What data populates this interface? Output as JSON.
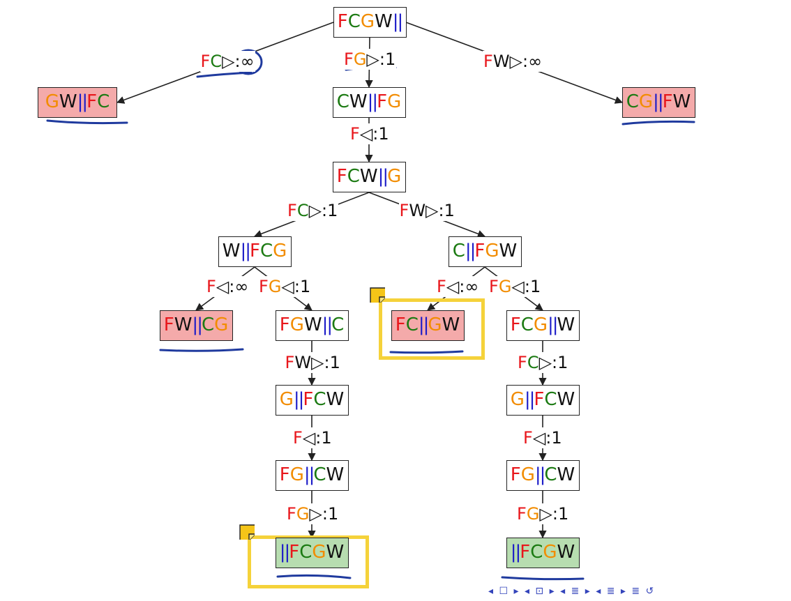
{
  "nodes": [
    {
      "id": "root",
      "text": "FCGW||",
      "status": "normal"
    },
    {
      "id": "n_gw_fc",
      "text": "GW||FC",
      "status": "bad"
    },
    {
      "id": "n_cw_fg",
      "text": "CW||FG",
      "status": "normal"
    },
    {
      "id": "n_cg_fw",
      "text": "CG||FW",
      "status": "bad"
    },
    {
      "id": "n_fcw_g",
      "text": "FCW||G",
      "status": "normal"
    },
    {
      "id": "n_w_fcg",
      "text": "W||FCG",
      "status": "normal"
    },
    {
      "id": "n_c_fgw",
      "text": "C||FGW",
      "status": "normal"
    },
    {
      "id": "n_fw_cg",
      "text": "FW||CG",
      "status": "bad"
    },
    {
      "id": "n_fgw_c",
      "text": "FGW||C",
      "status": "normal"
    },
    {
      "id": "n_fc_gw",
      "text": "FC||GW",
      "status": "bad"
    },
    {
      "id": "n_fcg_w",
      "text": "FCG||W",
      "status": "normal"
    },
    {
      "id": "n_g_fcw_a",
      "text": "G||FCW",
      "status": "normal"
    },
    {
      "id": "n_g_fcw_b",
      "text": "G||FCW",
      "status": "normal"
    },
    {
      "id": "n_fg_cw_a",
      "text": "FG||CW",
      "status": "normal"
    },
    {
      "id": "n_fg_cw_b",
      "text": "FG||CW",
      "status": "normal"
    },
    {
      "id": "n_goal_a",
      "text": "||FCGW",
      "status": "good"
    },
    {
      "id": "n_goal_b",
      "text": "||FCGW",
      "status": "good"
    }
  ],
  "edges": [
    {
      "from": "root",
      "to": "n_gw_fc",
      "label": "FC▷:∞"
    },
    {
      "from": "root",
      "to": "n_cw_fg",
      "label": "FG▷:1"
    },
    {
      "from": "root",
      "to": "n_cg_fw",
      "label": "FW▷:∞"
    },
    {
      "from": "n_cw_fg",
      "to": "n_fcw_g",
      "label": "F◁:1"
    },
    {
      "from": "n_fcw_g",
      "to": "n_w_fcg",
      "label": "FC▷:1"
    },
    {
      "from": "n_fcw_g",
      "to": "n_c_fgw",
      "label": "FW▷:1"
    },
    {
      "from": "n_w_fcg",
      "to": "n_fw_cg",
      "label": "F◁:∞"
    },
    {
      "from": "n_w_fcg",
      "to": "n_fgw_c",
      "label": "FG◁:1"
    },
    {
      "from": "n_c_fgw",
      "to": "n_fc_gw",
      "label": "F◁:∞"
    },
    {
      "from": "n_c_fgw",
      "to": "n_fcg_w",
      "label": "FG◁:1"
    },
    {
      "from": "n_fgw_c",
      "to": "n_g_fcw_a",
      "label": "FW▷:1"
    },
    {
      "from": "n_fcg_w",
      "to": "n_g_fcw_b",
      "label": "FC▷:1"
    },
    {
      "from": "n_g_fcw_a",
      "to": "n_fg_cw_a",
      "label": "F◁:1"
    },
    {
      "from": "n_g_fcw_b",
      "to": "n_fg_cw_b",
      "label": "F◁:1"
    },
    {
      "from": "n_fg_cw_a",
      "to": "n_goal_a",
      "label": "FG▷:1"
    },
    {
      "from": "n_fg_cw_b",
      "to": "n_goal_b",
      "label": "FG▷:1"
    }
  ],
  "highlights": [
    "n_fc_gw",
    "n_goal_a"
  ],
  "colors": {
    "F": "#e8161b",
    "C": "#1b7a12",
    "G": "#f28c00",
    "W": "#111111",
    "bar": "#1c1cc8",
    "bad_fill": "#f4aaaa",
    "good_fill": "#b7ddb0",
    "highlight": "#f5d23a",
    "ink": "#1f3a9e"
  },
  "navigation": {
    "icons": [
      "nav-first-icon",
      "nav-prev-frame-icon",
      "nav-prev-section-icon",
      "nav-prev-subsection-icon",
      "nav-align-icon",
      "nav-search-icon"
    ],
    "symbols": "◂ ☐ ▸ ◂ ⊡ ▸ ◂ ≣ ▸ ◂ ≣ ▸   ≣   ↺"
  }
}
